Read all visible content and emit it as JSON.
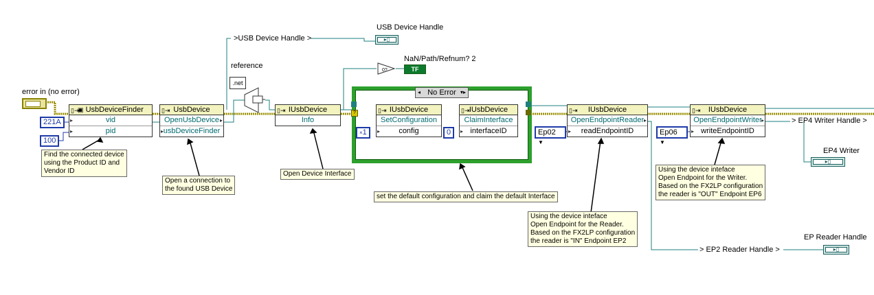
{
  "labels": {
    "error_in": "error in (no error)",
    "usb_handle_indicator": "USB Device Handle",
    "usb_handle_wire": ">USB Device Handle >",
    "reference": "reference",
    "net": ".net",
    "nan_path": "NaN/Path/Refnum? 2",
    "case_selector": "No Error",
    "ep4_wire": "> EP4 Writer Handle >",
    "ep4_indicator": "EP4 Writer",
    "ep2_wire": "> EP2 Reader Handle >",
    "ep_reader_indicator": "EP Reader Handle",
    "tf": "TF"
  },
  "constants": {
    "vid": "221A",
    "pid": "100",
    "config": "1",
    "interface_id": "0",
    "ep02": "Ep02",
    "ep06": "Ep06"
  },
  "nodes": {
    "finder": {
      "title": "UsbDeviceFinder",
      "row1": "vid",
      "row2": "pid"
    },
    "usbdevice": {
      "title": "UsbDevice",
      "row1": "OpenUsbDevice",
      "row2": "usbDeviceFinder"
    },
    "iusb1": {
      "title": "IUsbDevice",
      "row1": "Info"
    },
    "setconf": {
      "title": "IUsbDevice",
      "row1": "SetConfiguration",
      "row2": "config"
    },
    "claim": {
      "title": "IUsbDevice",
      "row1": "ClaimInterface",
      "row2": "interfaceID"
    },
    "reader": {
      "title": "IUsbDevice",
      "row1": "OpenEndpointReader",
      "row2": "readEndpointID"
    },
    "writer": {
      "title": "IUsbDevice",
      "row1": "OpenEndpointWriter",
      "row2": "writeEndpointID"
    }
  },
  "notes": {
    "finder": [
      "Find the connected device",
      "using the Product ID and",
      "Vendor ID"
    ],
    "open": [
      "Open a connection to",
      "the found USB Device"
    ],
    "interface": [
      "Open Device Interface"
    ],
    "config": [
      "set the default configuration and claim the default Interface"
    ],
    "reader": [
      "Using the device inteface",
      "Open Endpoint for the Reader.",
      "Based on the FX2LP configuration",
      "the reader is \"IN\" Endpoint EP2"
    ],
    "writer": [
      "Using the device inteface",
      "Open Endpoint for the Writer.",
      "Based on the FX2LP configuration",
      "the reader is \"OUT\" Endpoint EP6"
    ]
  },
  "colors": {
    "error_wire": "#b5b000",
    "ref_wire": "#2a8a8a",
    "int_wire": "#1d3aa8",
    "case_frame": "#2da02d"
  }
}
